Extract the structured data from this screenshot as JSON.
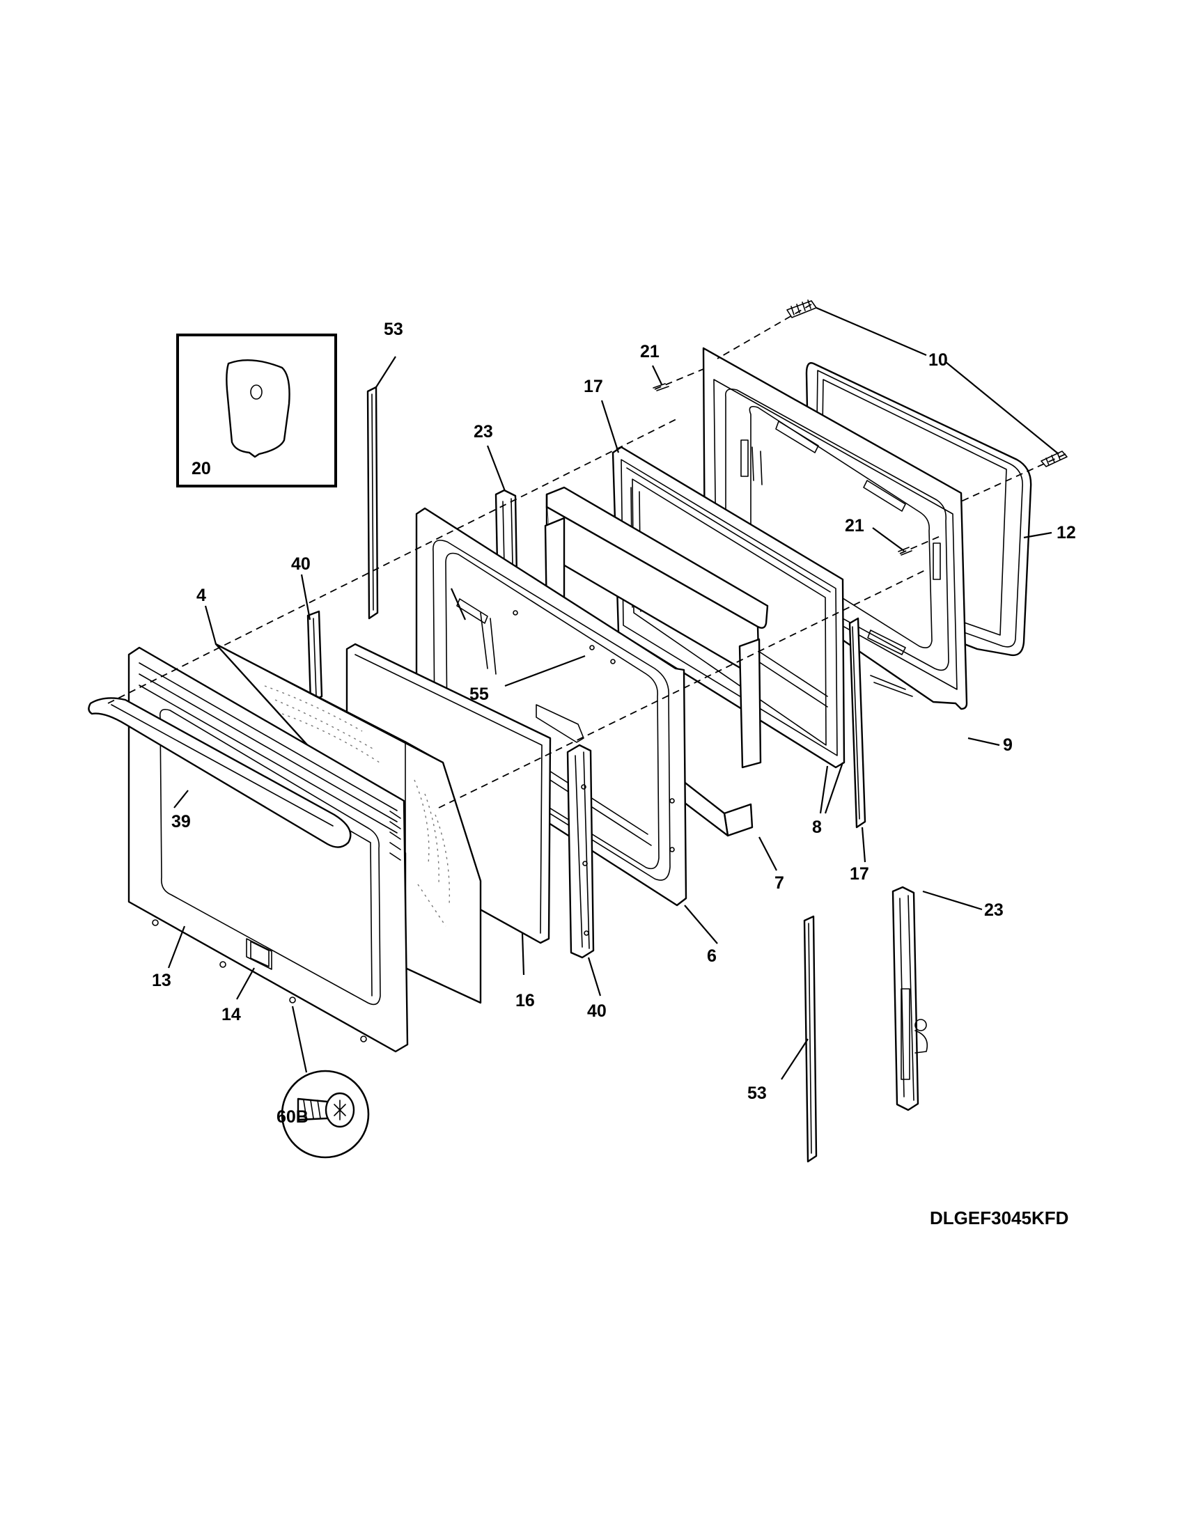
{
  "model_number": "DLGEF3045KFD",
  "callouts": {
    "c_53_top": "53",
    "c_20": "20",
    "c_21_top": "21",
    "c_10": "10",
    "c_17_top": "17",
    "c_23_top": "23",
    "c_21_mid": "21",
    "c_12": "12",
    "c_40_top": "40",
    "c_4": "4",
    "c_55": "55",
    "c_9": "9",
    "c_39": "39",
    "c_8": "8",
    "c_17_bottom": "17",
    "c_7": "7",
    "c_23_bottom": "23",
    "c_6": "6",
    "c_13": "13",
    "c_16": "16",
    "c_14": "14",
    "c_40_bottom": "40",
    "c_53_bottom": "53",
    "c_60b": "60B"
  }
}
